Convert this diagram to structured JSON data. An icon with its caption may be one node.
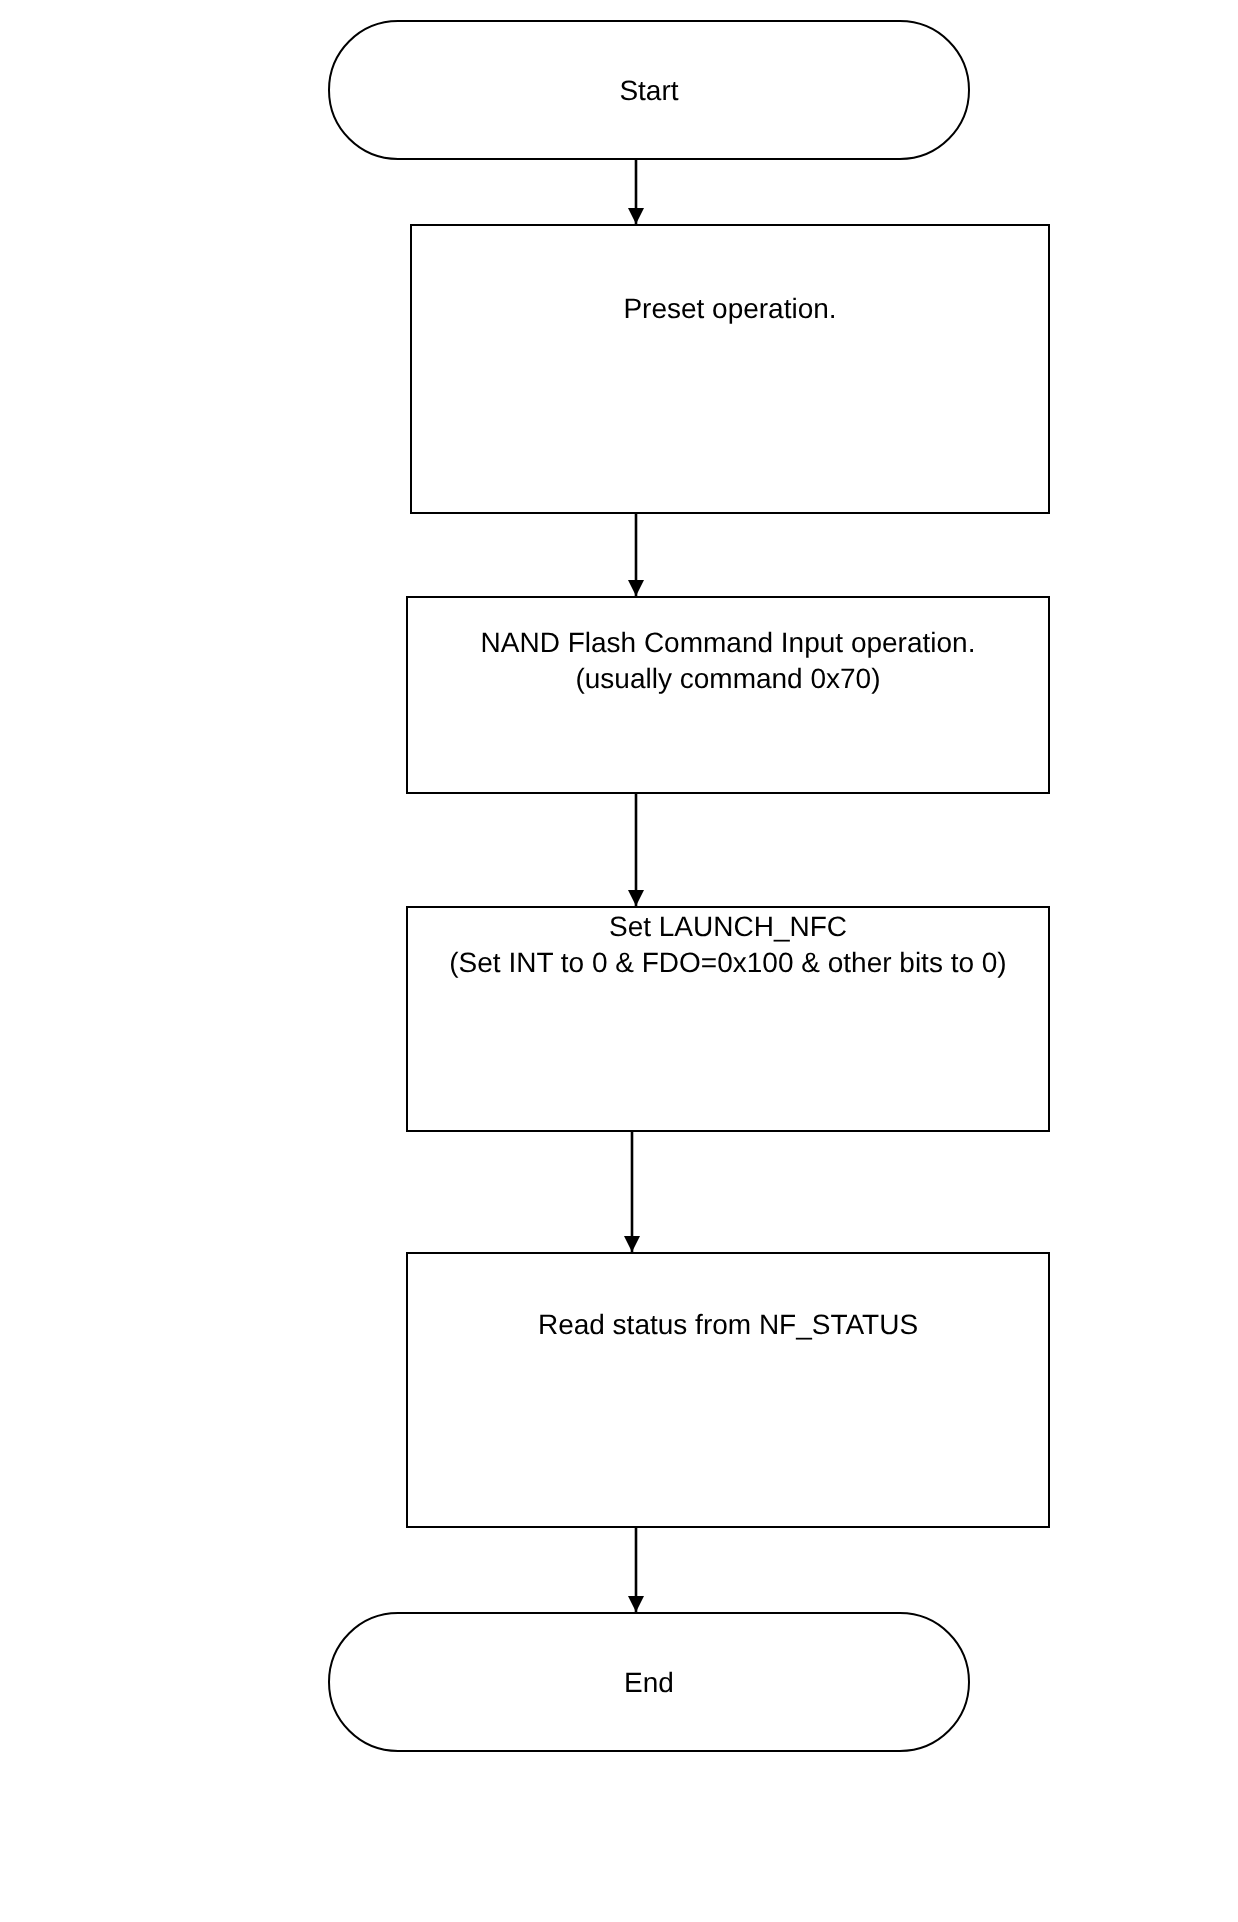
{
  "diagram": {
    "nodes": [
      {
        "text": [
          "Start"
        ]
      },
      {
        "text": [
          "Preset operation."
        ]
      },
      {
        "text": [
          "NAND Flash Command Input operation.",
          "(usually command 0x70)"
        ]
      },
      {
        "text": [
          "Set LAUNCH_NFC",
          "(Set INT to 0 & FDO=0x100 & other bits to 0)"
        ]
      },
      {
        "text": [
          "Read status from NF_STATUS"
        ]
      },
      {
        "text": [
          "End"
        ]
      }
    ],
    "edges": [
      {
        "from": 0,
        "to": 1,
        "arrow": "to"
      },
      {
        "from": 1,
        "to": 2,
        "arrow": "to"
      },
      {
        "from": 2,
        "to": 3,
        "arrow": "to"
      },
      {
        "from": 3,
        "to": 4,
        "arrow": "to"
      },
      {
        "from": 4,
        "to": 5,
        "arrow": "to"
      }
    ]
  }
}
